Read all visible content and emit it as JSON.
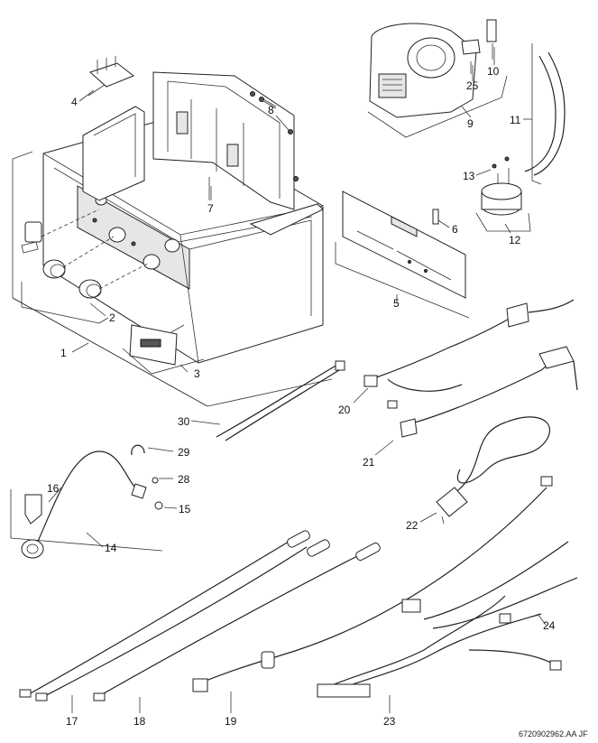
{
  "drawing": {
    "document_id": "6720902962.AA JF",
    "callouts": [
      "1",
      "2",
      "3",
      "4",
      "5",
      "6",
      "7",
      "8",
      "9",
      "10",
      "11",
      "12",
      "13",
      "14",
      "15",
      "16",
      "17",
      "18",
      "19",
      "20",
      "21",
      "22",
      "23",
      "24",
      "25",
      "28",
      "29",
      "30"
    ]
  },
  "colors": {
    "line": "#222222",
    "background": "#ffffff",
    "shade": "#e6e6e6"
  }
}
